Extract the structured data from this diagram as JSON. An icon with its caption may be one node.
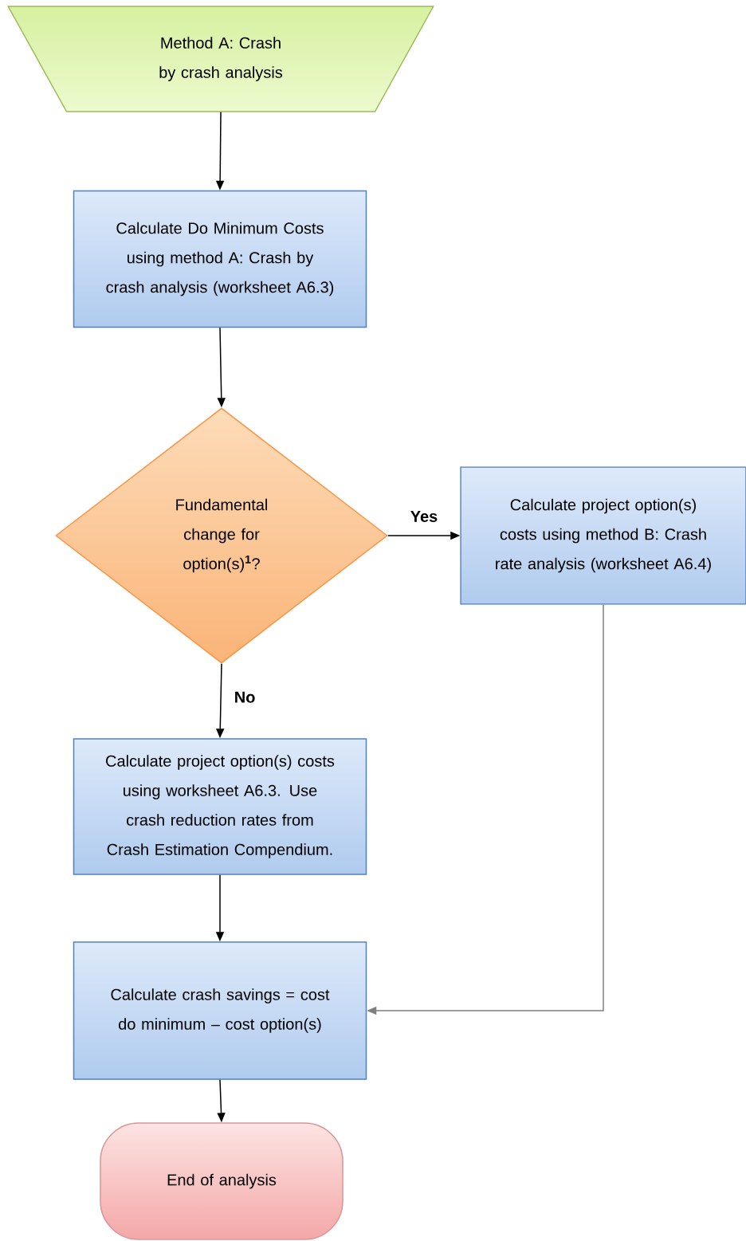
{
  "diagram": {
    "nodes": [
      {
        "text": [
          "Method A: Crash by crash analysis"
        ]
      },
      {
        "text": [
          "Calculate Do Minimum Costs using method A: Crash by crash analysis (worksheet A6.3)"
        ]
      },
      {
        "text": [
          "Fundamental change for option(s)**$^{1}$**?"
        ]
      },
      {
        "text": [
          "Calculate project option(s) costs using method B: Crash rate analysis (worksheet A6.4)"
        ]
      },
      {
        "text": [
          "Calculate project option(s) costs using worksheet A6.3. Use crash reduction rates from Crash Estimation Compendium."
        ]
      },
      {
        "text": [
          "Calculate crash savings = cost do minimum – cost option(s)"
        ]
      },
      {
        "text": [
          "End of analysis"
        ]
      }
    ],
    "edges": [
      {
        "from": 0,
        "to": 1,
        "arrow": "to"
      },
      {
        "from": 1,
        "to": 2,
        "arrow": "to"
      },
      {
        "from": 2,
        "to": 3,
        "arrow": "to",
        "label": "Yes"
      },
      {
        "from": 2,
        "to": 4,
        "arrow": "to",
        "label": "No"
      },
      {
        "from": 4,
        "to": 5,
        "arrow": "to"
      },
      {
        "from": 3,
        "to": 5,
        "arrow": "to",
        "color": "#7f7f7f"
      },
      {
        "from": 5,
        "to": 6,
        "arrow": "to"
      }
    ]
  }
}
